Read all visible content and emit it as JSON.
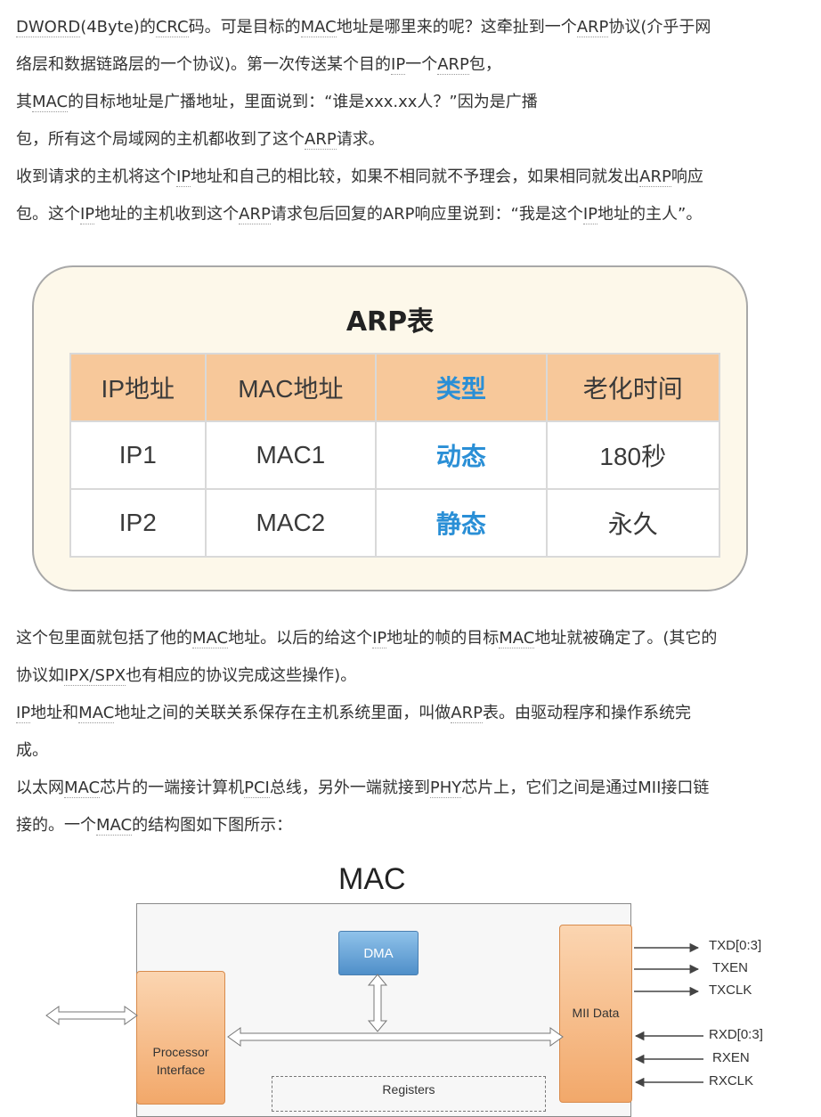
{
  "paragraph1": {
    "lines": [
      [
        "",
        "DWORD",
        "(4Byte)的",
        "CRC",
        "码。可是目标的",
        "MAC",
        "地址是哪里来的呢？这牵扯到一个",
        "ARP",
        "协议(介乎于网"
      ],
      [
        "络层和数据链路层的一个协议)。第一次传送某个目的",
        "IP",
        "一个",
        "ARP",
        "包，",
        "",
        "",
        "",
        ""
      ],
      [
        "其",
        "MAC",
        "的目标地址是广播地址，里面说到：“谁是xxx.xx人？”因为是广播",
        "",
        "",
        "",
        "",
        "",
        ""
      ],
      [
        "包，所有这个局域网的主机都收到了这个",
        "ARP",
        "请求。",
        "",
        "",
        "",
        "",
        "",
        ""
      ],
      [
        "收到请求的主机将这个",
        "IP",
        "地址和自己的相比较，如果不相同就不予理会，如果相同就发出",
        "ARP",
        "响应",
        "",
        "",
        "",
        ""
      ],
      [
        "包。这个",
        "IP",
        "地址的主机收到这个",
        "ARP",
        "请求包后回复的ARP响应里说到：“我是这个",
        "IP",
        "地址的主人”。",
        "",
        ""
      ]
    ]
  },
  "arp_card": {
    "title": "ARP表",
    "headers": [
      "IP地址",
      "MAC地址",
      "类型",
      "老化时间"
    ],
    "rows": [
      [
        "IP1",
        "MAC1",
        "动态",
        "180秒"
      ],
      [
        "IP2",
        "MAC2",
        "静态",
        "永久"
      ]
    ],
    "accent_color": "#2a8fd6",
    "header_color": "#f7c89a"
  },
  "paragraph2": {
    "lines": [
      [
        "这个包里面就包括了他的",
        "MAC",
        "地址。以后的给这个",
        "IP",
        "地址的帧的目标",
        "MAC",
        "地址就被确定了。(其它的"
      ],
      [
        "协议如",
        "IPX/SPX",
        "也有相应的协议完成这些操作)。",
        "",
        "",
        "",
        ""
      ],
      [
        "",
        "IP",
        "地址和",
        "MAC",
        "地址之间的关联关系保存在主机系统里面，叫做",
        "ARP",
        "表。由驱动程序和操作系统完"
      ],
      [
        "成。",
        "",
        "",
        "",
        "",
        "",
        ""
      ],
      [
        "以太网",
        "MAC",
        "芯片的一端接计算机",
        "PCI",
        "总线，另外一端就接到",
        "PHY",
        "芯片上，它们之间是通过MII接口链"
      ],
      [
        "接的。一个",
        "MAC",
        "的结构图如下图所示：",
        "",
        "",
        "",
        ""
      ]
    ]
  },
  "mac_diagram": {
    "title": "MAC",
    "dma": "DMA",
    "processor_line1": "Processor",
    "processor_line2": "Interface",
    "mii": "MII Data",
    "registers": "Registers",
    "tx_signals": [
      "TXD[0:3]",
      "TXEN",
      "TXCLK"
    ],
    "rx_signals": [
      "RXD[0:3]",
      "RXEN",
      "RXCLK"
    ]
  }
}
